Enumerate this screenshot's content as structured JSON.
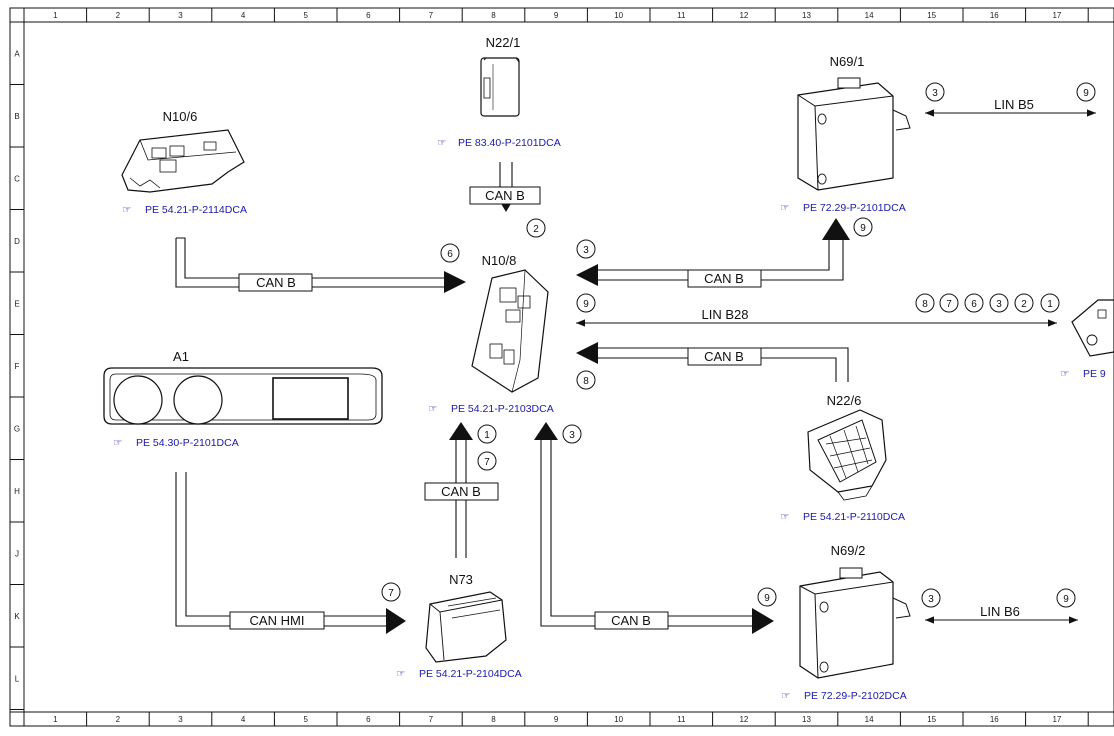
{
  "grid": {
    "columns": [
      "1",
      "2",
      "3",
      "4",
      "5",
      "6",
      "7",
      "8",
      "9",
      "10",
      "11",
      "12",
      "13",
      "14",
      "15",
      "16",
      "17"
    ],
    "rows": [
      "A",
      "B",
      "C",
      "D",
      "E",
      "F",
      "G",
      "H",
      "J",
      "K",
      "L"
    ]
  },
  "components": {
    "n22_1": {
      "label": "N22/1",
      "ref": "PE 83.40-P-2101DCA"
    },
    "n10_6": {
      "label": "N10/6",
      "ref": "PE 54.21-P-2114DCA"
    },
    "n10_8": {
      "label": "N10/8",
      "ref": "PE 54.21-P-2103DCA"
    },
    "n69_1": {
      "label": "N69/1",
      "ref": "PE 72.29-P-2101DCA"
    },
    "a1": {
      "label": "A1",
      "ref": "PE 54.30-P-2101DCA"
    },
    "n22_6": {
      "label": "N22/6",
      "ref": "PE 54.21-P-2110DCA"
    },
    "n73": {
      "label": "N73",
      "ref": "PE 54.21-P-2104DCA"
    },
    "n69_2": {
      "label": "N69/2",
      "ref": "PE 72.29-P-2102DCA"
    },
    "partial": {
      "ref": "PE 9"
    }
  },
  "buses": {
    "can_b": "CAN B",
    "can_hmi": "CAN HMI",
    "lin_b5": "LIN B5",
    "lin_b28": "LIN B28",
    "lin_b6": "LIN B6"
  },
  "markers": {
    "m_n22_1": "2",
    "m_n10_6": "6",
    "m_n69_1_in": "3",
    "m_n69_1_out": "9",
    "m_b5_left": "3",
    "m_b5_right": "9",
    "m_b28_left": "9",
    "m_b28_r1": "8",
    "m_b28_r2": "7",
    "m_b28_r3": "6",
    "m_b28_r4": "3",
    "m_b28_r5": "2",
    "m_b28_r6": "1",
    "m_n22_6": "8",
    "m_n73_a": "1",
    "m_n73_b": "7",
    "m_n69_2_up": "3",
    "m_hmi": "7",
    "m_n69_2_in": "9",
    "m_b6_left": "3",
    "m_b6_right": "9"
  }
}
